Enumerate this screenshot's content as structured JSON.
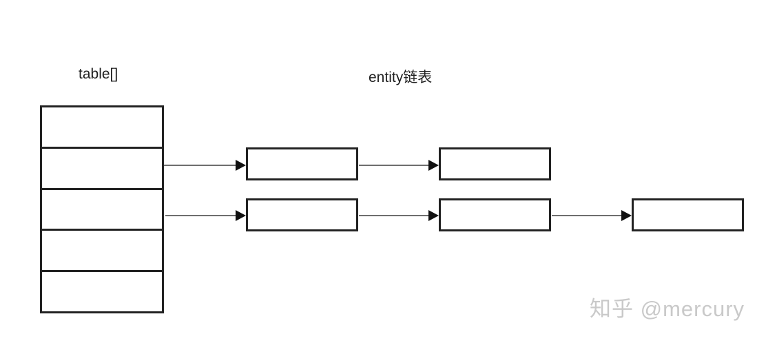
{
  "diagram": {
    "title_labels": {
      "table_label": "table[]",
      "entity_label": "entity链表"
    },
    "table_array": {
      "name": "table[]",
      "cell_count": 5,
      "linked_cells": [
        2,
        3
      ]
    },
    "chains": [
      {
        "from_table_cell": 2,
        "node_count": 2
      },
      {
        "from_table_cell": 3,
        "node_count": 3
      }
    ],
    "watermark": "知乎 @mercury",
    "colors": {
      "background": "#ffffff",
      "box_border": "#222222",
      "connector_line": "#6e6e6e",
      "arrow_head": "#111111",
      "label_text": "#1f1f1f",
      "watermark_text": "#c9c9c9"
    }
  }
}
